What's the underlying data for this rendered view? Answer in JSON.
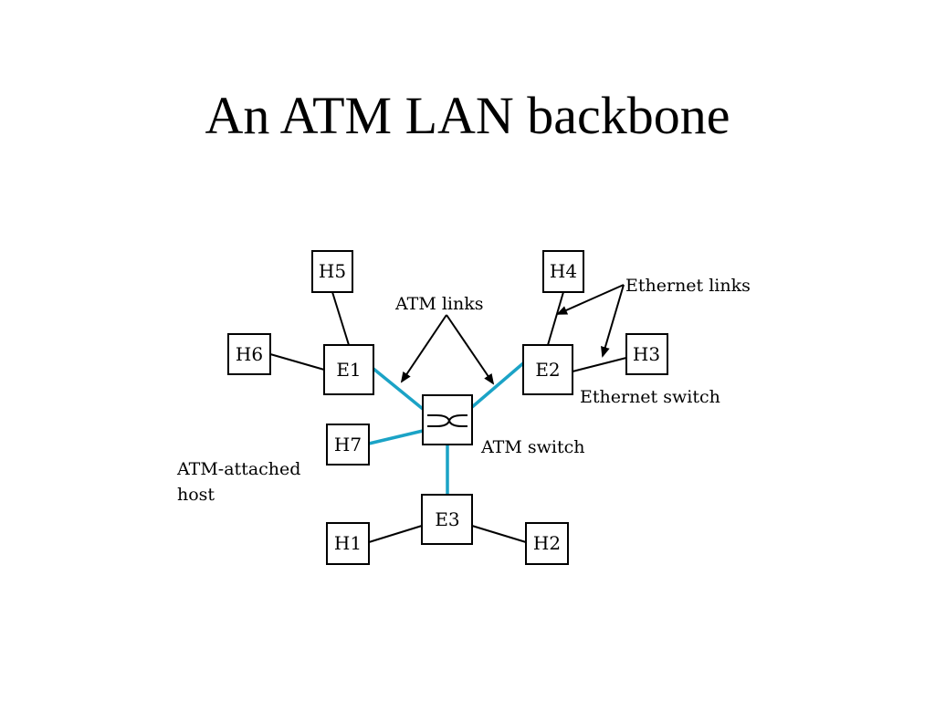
{
  "slide": {
    "title": "An ATM LAN backbone"
  },
  "diagram": {
    "nodes": {
      "h1": "H1",
      "h2": "H2",
      "h3": "H3",
      "h4": "H4",
      "h5": "H5",
      "h6": "H6",
      "h7": "H7",
      "e1": "E1",
      "e2": "E2",
      "e3": "E3"
    },
    "annotations": {
      "atm_links": "ATM links",
      "ethernet_links": "Ethernet links",
      "ethernet_switch": "Ethernet switch",
      "atm_switch": "ATM switch",
      "atm_attached_host_line1": "ATM-attached",
      "atm_attached_host_line2": "host"
    },
    "colors": {
      "atm_link": "#1ba3c6",
      "ethernet_link": "#000000",
      "box_border": "#000000"
    }
  }
}
